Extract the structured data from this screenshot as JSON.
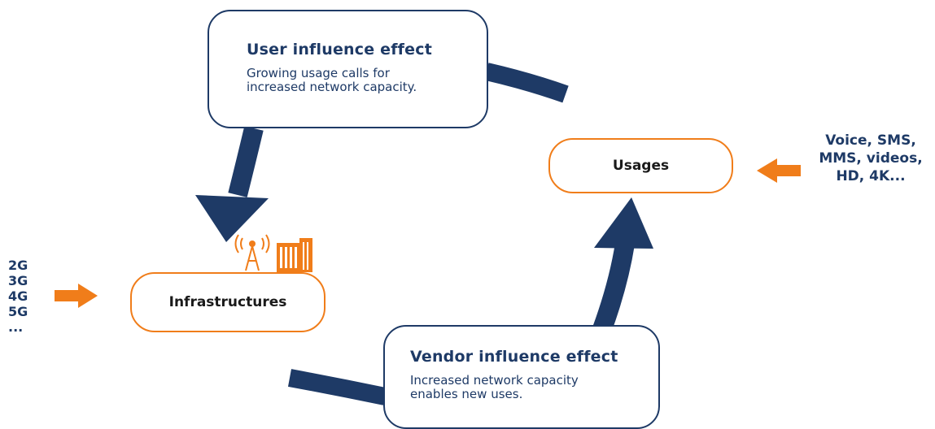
{
  "colors": {
    "navy": "#1e3a66",
    "orange": "#f07d1a"
  },
  "user_effect": {
    "title": "User influence effect",
    "description": "Growing usage calls for\nincreased network capacity."
  },
  "vendor_effect": {
    "title": "Vendor influence effect",
    "description": "Increased network capacity\nenables new uses."
  },
  "usages": {
    "label": "Usages",
    "inputs": [
      "Voice, SMS,",
      "MMS, videos,",
      "HD, 4K..."
    ]
  },
  "infrastructures": {
    "label": "Infrastructures",
    "inputs": [
      "2G",
      "3G",
      "4G",
      "5G",
      "..."
    ],
    "icons": [
      "antenna-icon",
      "building-icon"
    ]
  }
}
